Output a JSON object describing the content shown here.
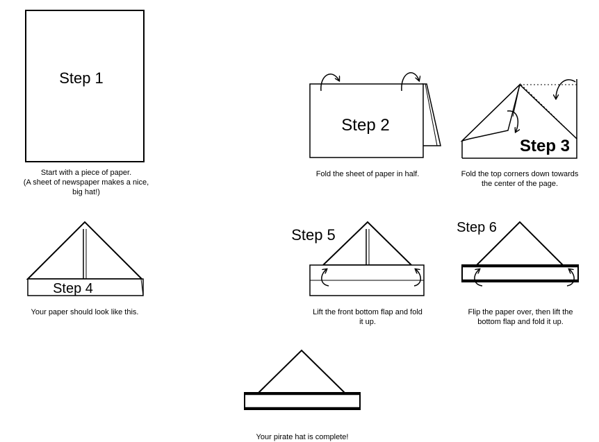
{
  "steps": [
    {
      "label": "Step 1",
      "caption": "Start with a piece of paper.\n(A sheet of newspaper makes a nice,\nbig hat!)"
    },
    {
      "label": "Step 2",
      "caption": "Fold the sheet of paper in half."
    },
    {
      "label": "Step 3",
      "caption": "Fold the top corners down towards\nthe center of the page."
    },
    {
      "label": "Step 4",
      "caption": "Your paper should look like this."
    },
    {
      "label": "Step 5",
      "caption": "Lift the front bottom flap and fold\nit up."
    },
    {
      "label": "Step 6",
      "caption": "Flip the paper over, then lift the\nbottom flap and fold it up."
    }
  ],
  "final_caption": "Your pirate hat is complete!"
}
